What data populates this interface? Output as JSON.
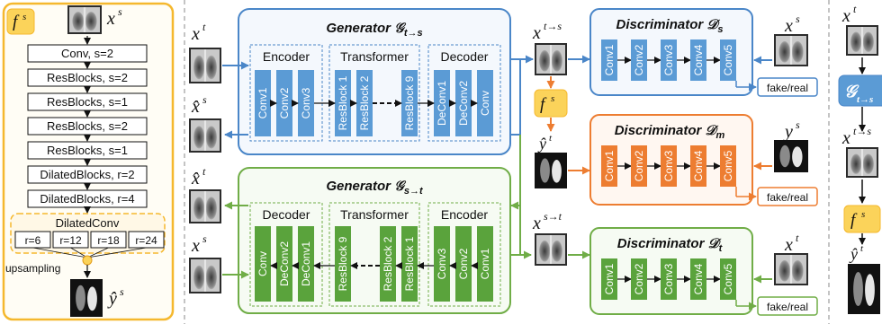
{
  "feature_extractor": {
    "label_f": "f",
    "label_sup": "s",
    "input_label": "x",
    "input_sup": "s",
    "layers": [
      "Conv, s=2",
      "ResBlocks, s=2",
      "ResBlocks, s=1",
      "ResBlocks, s=2",
      "ResBlocks, s=1",
      "DilatedBlocks, r=2",
      "DilatedBlocks, r=4"
    ],
    "dilated_conv": {
      "title": "DilatedConv",
      "rates": [
        "r=6",
        "r=12",
        "r=18",
        "r=24"
      ]
    },
    "upsampling": "upsampling",
    "output_label": "ŷ",
    "output_sup": "s"
  },
  "generator_ts": {
    "title": "Generator 𝒢",
    "sub": "t→s",
    "encoder": {
      "label": "Encoder",
      "layers": [
        "Conv1",
        "Conv2",
        "Conv3"
      ]
    },
    "transformer": {
      "label": "Transformer",
      "layers": [
        "ResBlock 1",
        "ResBlock 2",
        "ResBlock 9"
      ]
    },
    "decoder": {
      "label": "Decoder",
      "layers": [
        "DeConv1",
        "DeConv2",
        "Conv"
      ]
    }
  },
  "generator_st": {
    "title": "Generator 𝒢",
    "sub": "s→t",
    "decoder": {
      "label": "Decoder",
      "layers": [
        "Conv",
        "DeConv2",
        "DeConv1"
      ]
    },
    "transformer": {
      "label": "Transformer",
      "layers": [
        "ResBlock 9",
        "ResBlock 2",
        "ResBlock 1"
      ]
    },
    "encoder": {
      "label": "Encoder",
      "layers": [
        "Conv3",
        "Conv2",
        "Conv1"
      ]
    }
  },
  "discriminators": [
    {
      "title": "Discriminator 𝒟",
      "sub": "s",
      "layers": [
        "Conv1",
        "Conv2",
        "Conv3",
        "Conv4",
        "Conv5"
      ],
      "output": "fake/real",
      "input_label": "x",
      "input_sup": "s"
    },
    {
      "title": "Discriminator 𝒟",
      "sub": "m",
      "layers": [
        "Conv1",
        "Conv2",
        "Conv3",
        "Conv4",
        "Conv5"
      ],
      "output": "fake/real",
      "input_label": "y",
      "input_sup": "s"
    },
    {
      "title": "Discriminator 𝒟",
      "sub": "t",
      "layers": [
        "Conv1",
        "Conv2",
        "Conv3",
        "Conv4",
        "Conv5"
      ],
      "output": "fake/real",
      "input_label": "x",
      "input_sup": "t"
    }
  ],
  "labels": {
    "x_t": {
      "base": "x",
      "sup": "t"
    },
    "x_hat_s": {
      "base": "x̂",
      "sup": "s"
    },
    "x_hat_t": {
      "base": "x̂",
      "sup": "t"
    },
    "x_s": {
      "base": "x",
      "sup": "s"
    },
    "x_t2s": {
      "base": "x",
      "sup": "t→s"
    },
    "x_s2t": {
      "base": "x",
      "sup": "s→t"
    },
    "y_hat_t": {
      "base": "ŷ",
      "sup": "t"
    },
    "f_s": {
      "base": "f",
      "sup": "s"
    }
  },
  "right_column": {
    "top_label": {
      "base": "x",
      "sup": "t"
    },
    "gen_label": "𝒢",
    "gen_sub": "t→s",
    "mid_label": {
      "base": "x",
      "sup": "t→s"
    },
    "f_label": {
      "base": "f",
      "sup": "s"
    },
    "out_label": {
      "base": "ŷ",
      "sup": "t"
    }
  },
  "colors": {
    "yellow": "#f5b82e",
    "yellow_fill": "#fbd35a",
    "blue": "#4a86c8",
    "blue_fill": "#5b9bd5",
    "orange": "#ed7d31",
    "green": "#70ad47",
    "green_fill": "#5aa33c"
  }
}
